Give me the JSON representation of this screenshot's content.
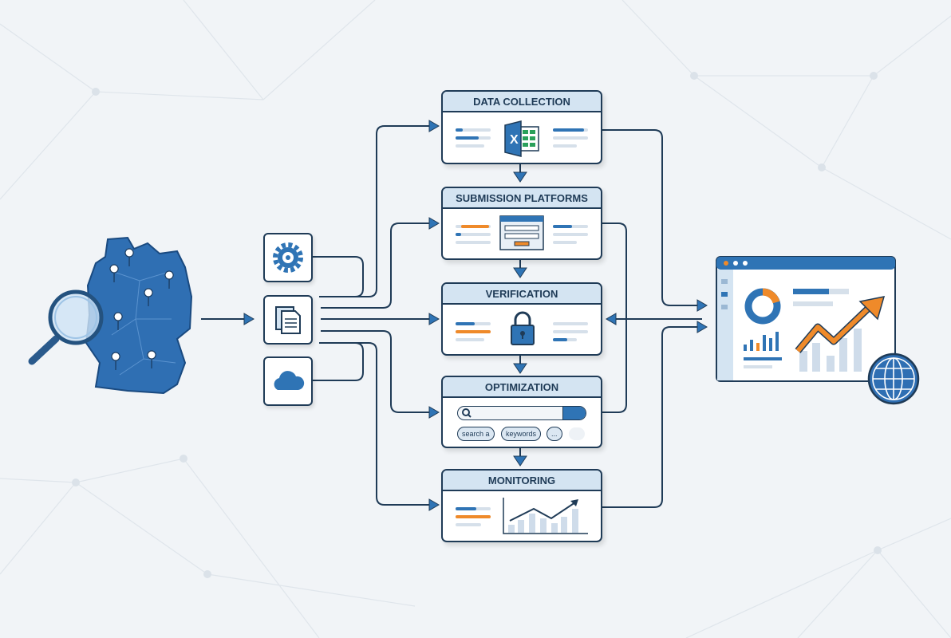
{
  "colors": {
    "navy": "#1f3b57",
    "blue": "#2f74b5",
    "orange": "#ef8a2a",
    "light": "#d4e4f2",
    "background": "#f1f4f7"
  },
  "left": {
    "map": "germany-map-with-pins",
    "magnifier": "magnifier-icon"
  },
  "sources": [
    {
      "icon": "gear-icon"
    },
    {
      "icon": "document-icon"
    },
    {
      "icon": "cloud-icon"
    }
  ],
  "steps": [
    {
      "title": "DATA COLLECTION",
      "icon": "excel-icon"
    },
    {
      "title": "SUBMISSION PLATFORMS",
      "icon": "web-form-icon"
    },
    {
      "title": "VERIFICATION",
      "icon": "lock-icon"
    },
    {
      "title": "OPTIMIZATION",
      "icon": "search-bar-icon",
      "chips": [
        "search a",
        "keywords",
        "..."
      ]
    },
    {
      "title": "MONITORING",
      "icon": "line-chart-icon"
    }
  ],
  "output": {
    "dashboard": "analytics-dashboard",
    "globe": "globe-icon"
  }
}
